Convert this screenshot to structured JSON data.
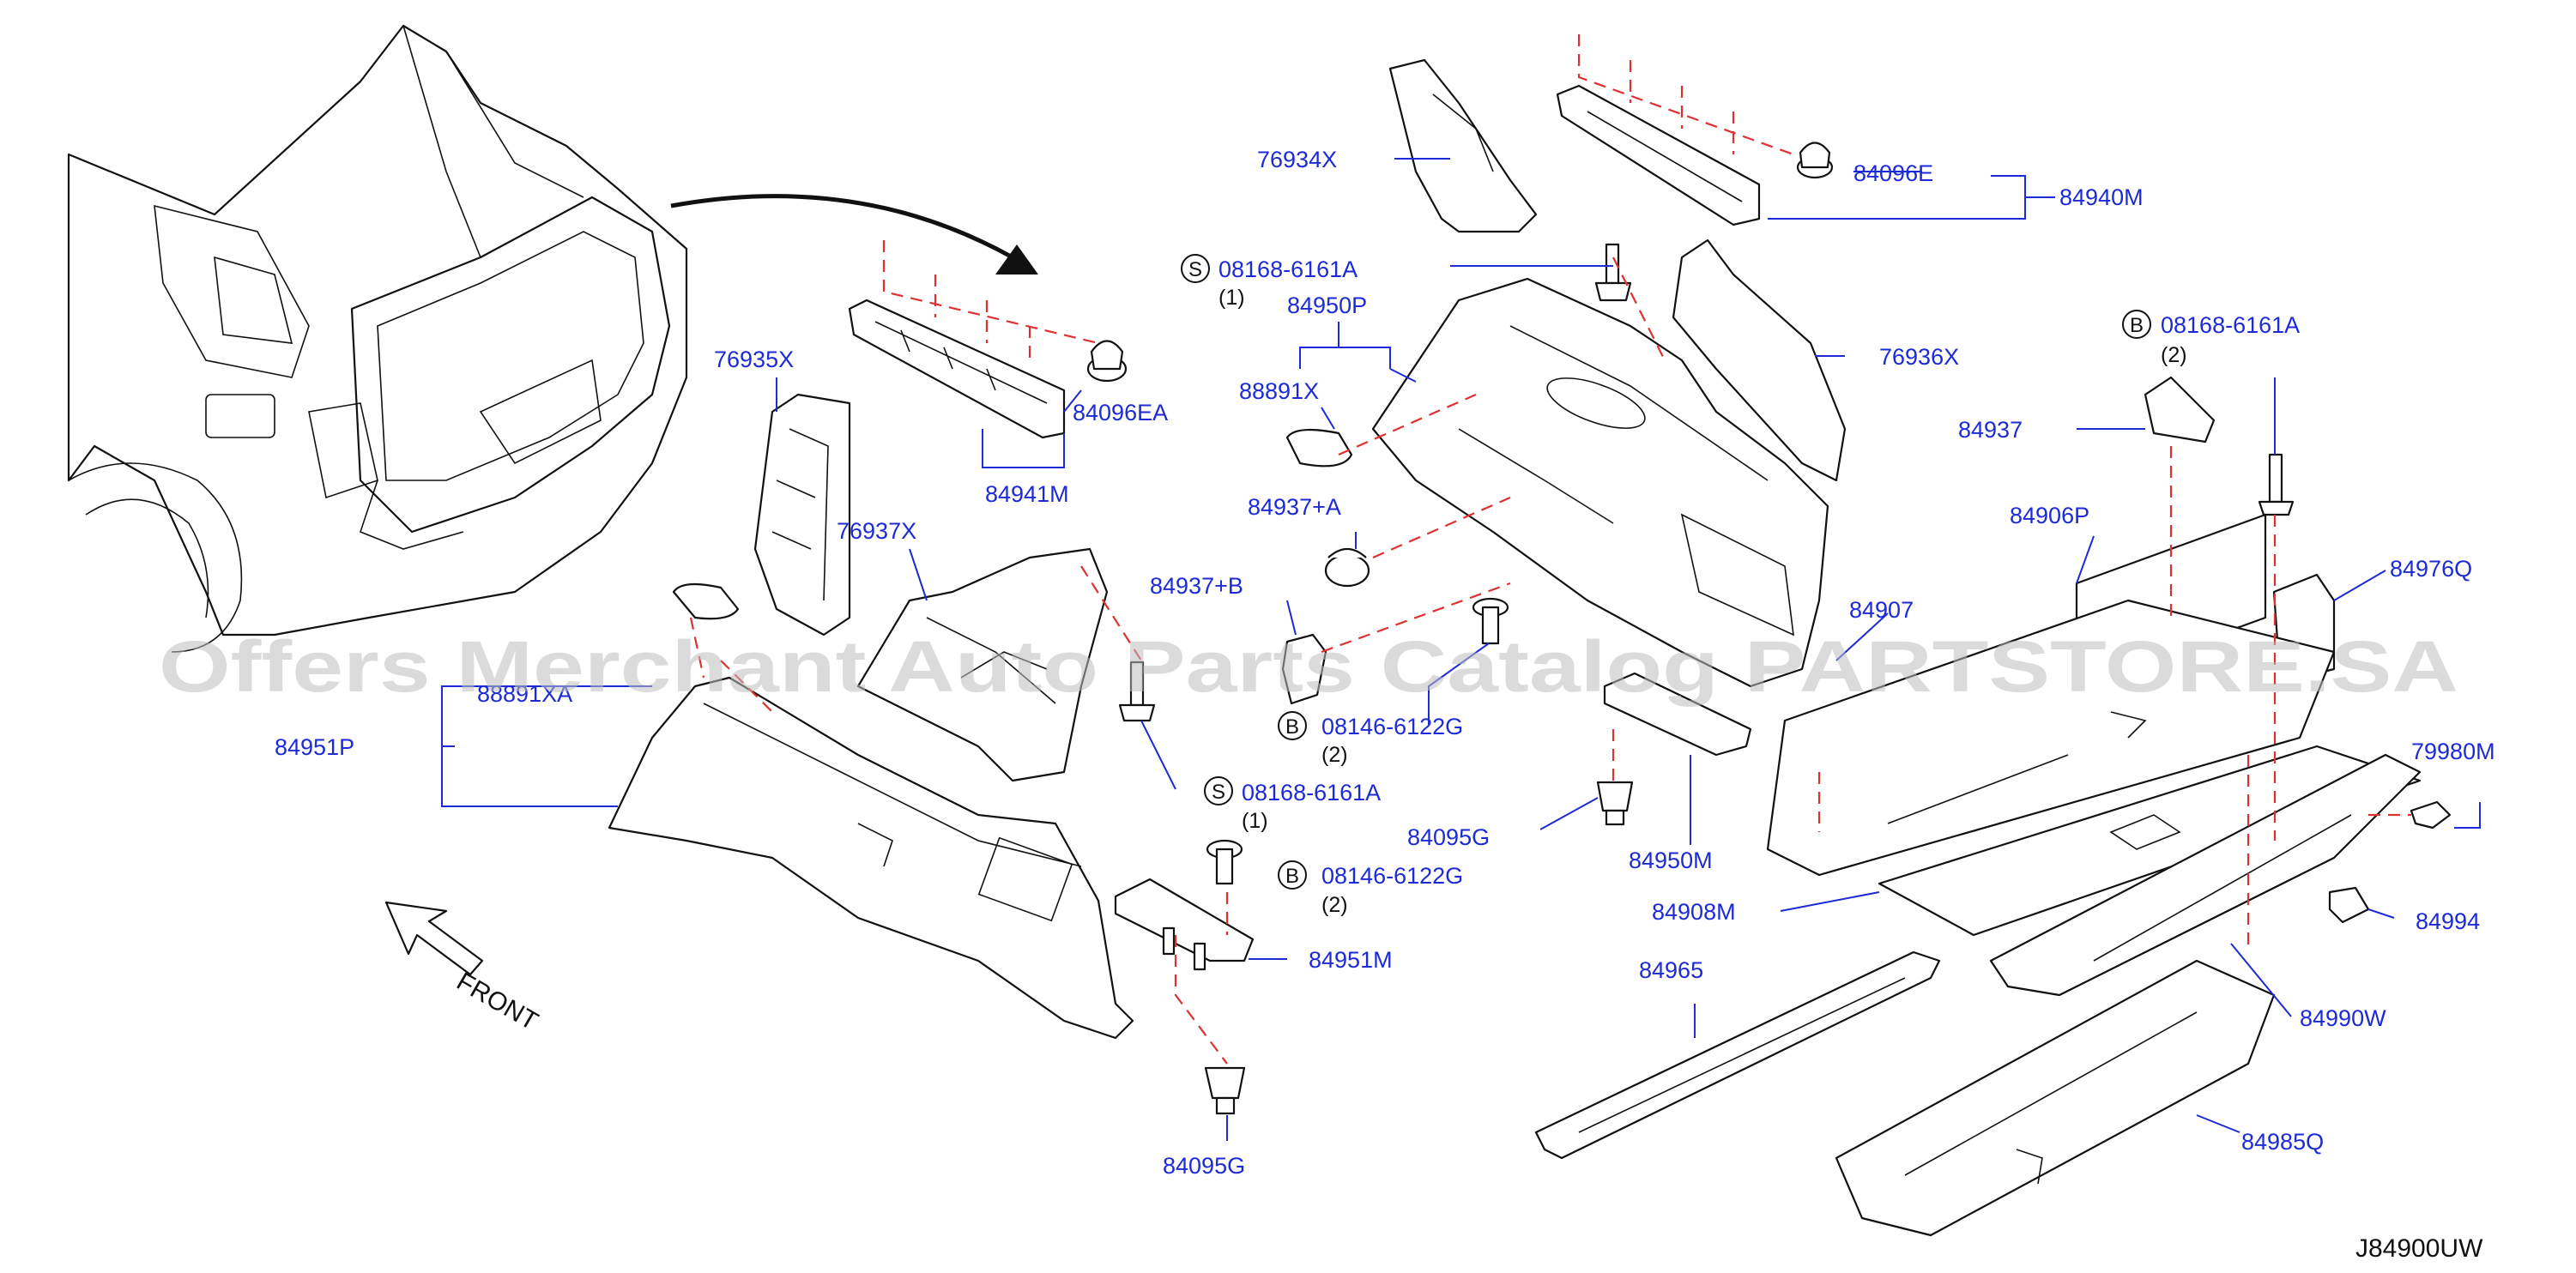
{
  "watermark": "Offers Merchant Auto Parts Catalog PARTSTORE.SA",
  "diagram_code": "J84900UW",
  "front_label": "FRONT",
  "badges": {
    "s": "S",
    "b": "B"
  },
  "labels": {
    "p76934x": "76934X",
    "p84096e": "84096E",
    "p84940m": "84940M",
    "p08168_top": "08168-6161A",
    "q08168_top": "(1)",
    "p84950p": "84950P",
    "p88891x": "88891X",
    "p84937a": "84937+A",
    "p84937b": "84937+B",
    "p76936x": "76936X",
    "p08168_right": "08168-6161A",
    "q08168_right": "(2)",
    "p84937": "84937",
    "p84906p": "84906P",
    "p84976q": "84976Q",
    "p84907": "84907",
    "p79980m": "79980M",
    "p84994": "84994",
    "p84990w": "84990W",
    "p84985q": "84985Q",
    "p84965": "84965",
    "p84908m": "84908M",
    "p84950m": "84950M",
    "p84095g_mid": "84095G",
    "p08146_mid": "08146-6122G",
    "q08146_mid": "(2)",
    "p76935x": "76935X",
    "p84096ea": "84096EA",
    "p84941m": "84941M",
    "p76937x": "76937X",
    "p88891xa": "88891XA",
    "p84951p": "84951P",
    "p08168_low": "08168-6161A",
    "q08168_low": "(1)",
    "p08146_low": "08146-6122G",
    "q08146_low": "(2)",
    "p84951m": "84951M",
    "p84095g_bot": "84095G"
  }
}
